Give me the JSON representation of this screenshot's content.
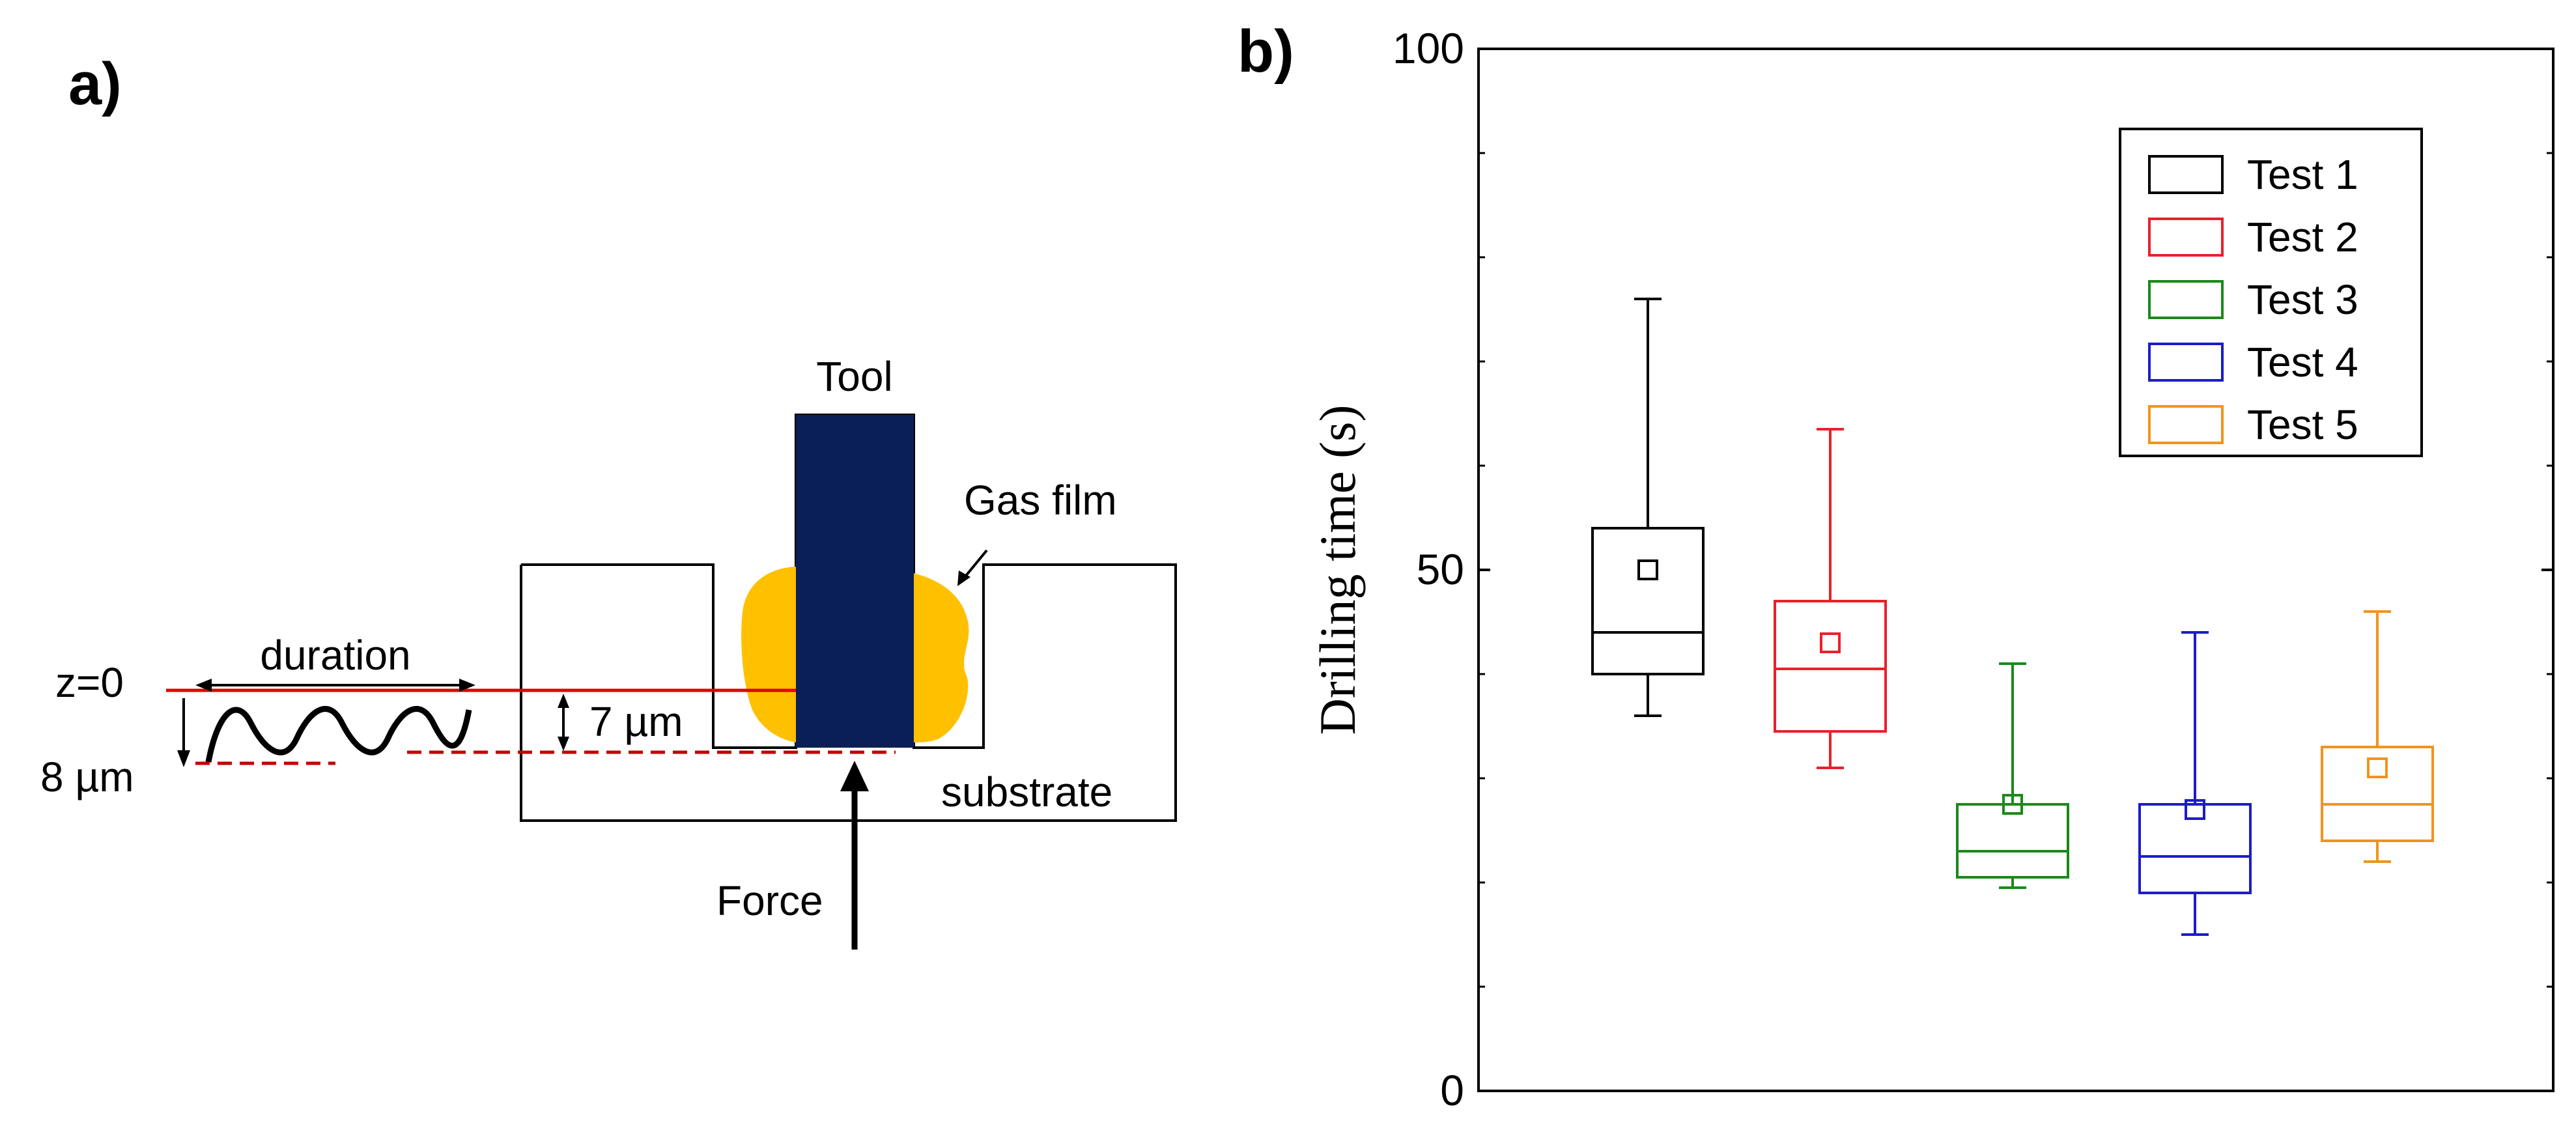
{
  "panel_a": {
    "label": "a)",
    "tool_label": "Tool",
    "gas_film_label": "Gas film",
    "z0_label": "z=0",
    "duration_label": "duration",
    "depth_label": "8 µm",
    "gap_label": "7 µm",
    "substrate_label": "substrate",
    "force_label": "Force",
    "colors": {
      "tool": "#0b1f57",
      "gas_film": "#ffc000",
      "z_line": "#e00000",
      "dashed": "#c00000"
    }
  },
  "panel_b": {
    "label": "b)"
  },
  "chart_data": {
    "type": "box",
    "ylabel": "Drilling time  (s)",
    "xlabel": "",
    "ylim": [
      0,
      100
    ],
    "yticks": [
      0,
      50,
      100
    ],
    "yminor": [
      10,
      20,
      30,
      40,
      60,
      70,
      80,
      90
    ],
    "legend_position": "top-right",
    "series": [
      {
        "name": "Test 1",
        "color": "#000000",
        "whisker_low": 36,
        "q1": 40,
        "median": 44,
        "q3": 54,
        "whisker_high": 76,
        "mean": 50
      },
      {
        "name": "Test 2",
        "color": "#e8212b",
        "whisker_low": 31,
        "q1": 34.5,
        "median": 40.5,
        "q3": 47,
        "whisker_high": 63.5,
        "mean": 43
      },
      {
        "name": "Test 3",
        "color": "#1a8a1a",
        "whisker_low": 19.5,
        "q1": 20.5,
        "median": 23,
        "q3": 27.5,
        "whisker_high": 41,
        "mean": 27.5
      },
      {
        "name": "Test 4",
        "color": "#1c1cc8",
        "whisker_low": 15,
        "q1": 19,
        "median": 22.5,
        "q3": 27.5,
        "whisker_high": 44,
        "mean": 27
      },
      {
        "name": "Test 5",
        "color": "#f0941d",
        "whisker_low": 22,
        "q1": 24,
        "median": 27.5,
        "q3": 33,
        "whisker_high": 46,
        "mean": 31
      }
    ]
  }
}
